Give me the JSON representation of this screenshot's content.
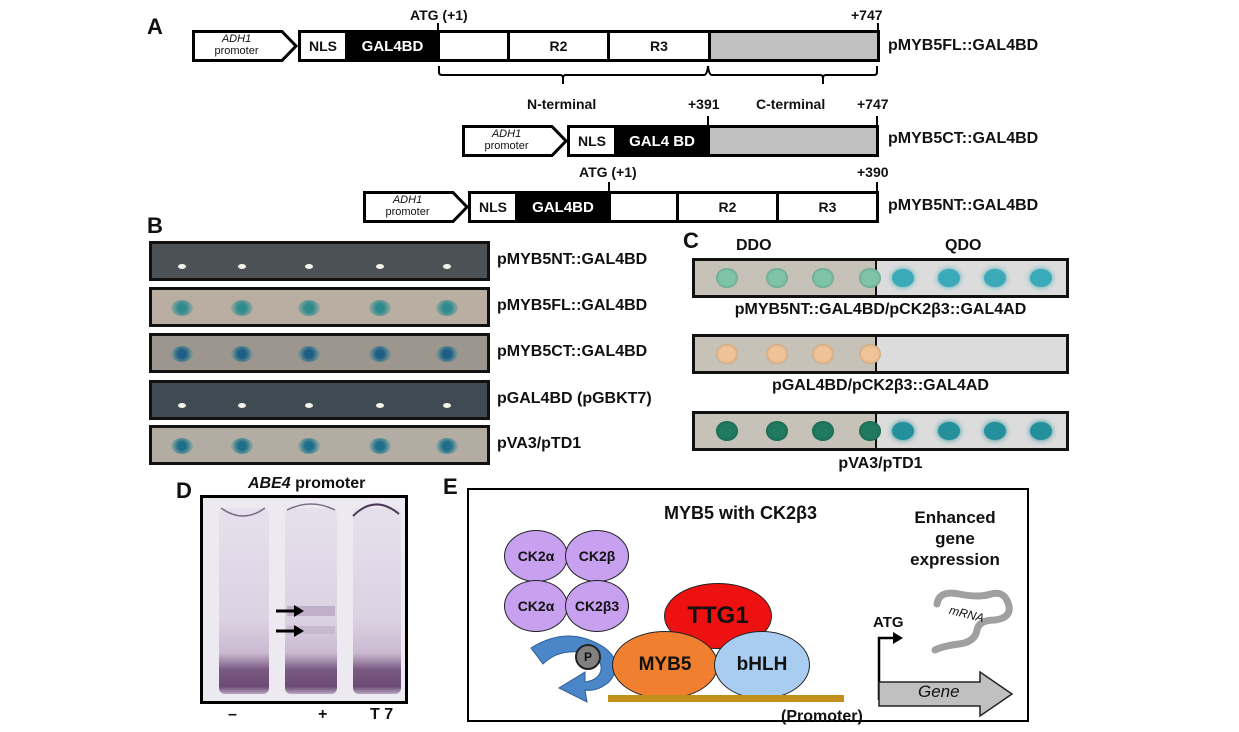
{
  "panels": {
    "A": {
      "letter": "A",
      "promoter": {
        "name": "ADH1",
        "suffix": "promoter"
      },
      "constructs": [
        {
          "name": "pMYB5FL::GAL4BD",
          "segments": [
            "NLS",
            "GAL4BD",
            "",
            "R2",
            "R3",
            ""
          ],
          "start_label": "ATG (+1)",
          "end_label": "+747"
        },
        {
          "name": "pMYB5CT::GAL4BD",
          "segments": [
            "NLS",
            "GAL4 BD",
            ""
          ],
          "start_label": "+391",
          "end_label": "+747"
        },
        {
          "name": "pMYB5NT::GAL4BD",
          "segments": [
            "NLS",
            "GAL4BD",
            "",
            "R2",
            "R3"
          ],
          "start_label": "ATG (+1)",
          "end_label": "+390"
        }
      ],
      "domains": {
        "n_terminal": "N-terminal",
        "c_terminal": "C-terminal",
        "boundary": "+391",
        "end": "+747"
      }
    },
    "B": {
      "letter": "B",
      "plates": [
        {
          "label": "pMYB5NT::GAL4BD",
          "result": "white colonies",
          "background": "#4b5154",
          "spot_color": "#f2f2ea"
        },
        {
          "label": "pMYB5FL::GAL4BD",
          "result": "blue colonies",
          "background": "#b9aea1",
          "spot_color": "#2f8a8c"
        },
        {
          "label": "pMYB5CT::GAL4BD",
          "result": "blue colonies",
          "background": "#9c968e",
          "spot_color": "#1f5f86"
        },
        {
          "label": "pGAL4BD (pGBKT7)",
          "result": "white colonies",
          "background": "#3f4a52",
          "spot_color": "#f4f4ea"
        },
        {
          "label": "pVA3/pTD1",
          "result": "blue colonies",
          "background": "#b2aca2",
          "spot_color": "#1f6f8a"
        }
      ]
    },
    "C": {
      "letter": "C",
      "columns": [
        "DDO",
        "QDO"
      ],
      "plates": [
        {
          "label": "pMYB5NT::GAL4BD/pCK2β3::GAL4AD",
          "ddo_color": "#7fc4a8",
          "qdo_color": "#3aaab8",
          "qdo_growth": true
        },
        {
          "label": "pGAL4BD/pCK2β3::GAL4AD",
          "ddo_color": "#f0c496",
          "qdo_color": "",
          "qdo_growth": false
        },
        {
          "label": "pVA3/pTD1",
          "ddo_color": "#1f7a5f",
          "qdo_color": "#23909c",
          "qdo_growth": true
        }
      ]
    },
    "D": {
      "letter": "D",
      "title_italic": "ABE4",
      "title_rest": " promoter",
      "lanes": [
        "–",
        "+",
        "T 7"
      ]
    },
    "E": {
      "letter": "E",
      "title": "MYB5 with CK2β3",
      "complex": [
        "CK2α",
        "CK2β",
        "CK2α",
        "CK2β3"
      ],
      "phospho": "P",
      "ttg1": "TTG1",
      "myb5": "MYB5",
      "bhlh": "bHLH",
      "promoter": "(Promoter)",
      "atg": "ATG",
      "gene": "Gene",
      "mrna": "mRNA",
      "output_lines": [
        "Enhanced",
        "gene",
        "expression"
      ],
      "colors": {
        "ck2": "#c8a0f0",
        "ttg1": "#ee1111",
        "myb5": "#f08030",
        "bhlh": "#a8cdf0",
        "promoter_line": "#c0901a",
        "gene_arrow": "#c0c0c0",
        "mrna": "#a0a0a0",
        "curved_arrow": "#4a86c8"
      }
    }
  }
}
